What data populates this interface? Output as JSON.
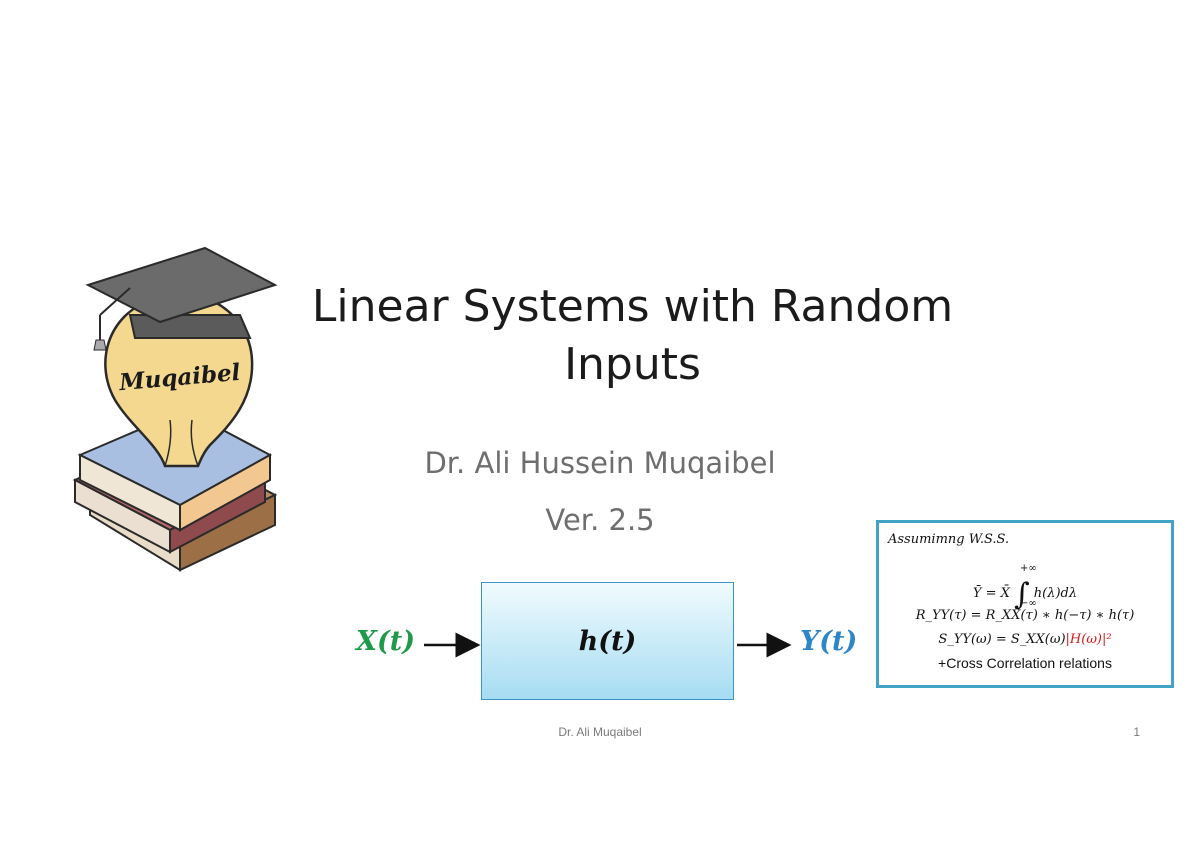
{
  "slide": {
    "title_line1": "Linear Systems with Random",
    "title_line2": "Inputs",
    "author": "Dr. Ali Hussein Muqaibel",
    "version": "Ver. 2.5",
    "footer": "Dr. Ali Muqaibel",
    "page_number": "1"
  },
  "logo": {
    "text": "Muqaibel",
    "colors": {
      "cap": "#5b5b5b",
      "bulb": "#f4d88f",
      "book_top": "#a9bfe1",
      "book_middle": "#b5676a",
      "book_bottom": "#b98b5f"
    }
  },
  "diagram": {
    "input_label": "X(t)",
    "system_label": "h(t)",
    "output_label": "Y(t)",
    "colors": {
      "input": "#1f9a4a",
      "output": "#2d86c6",
      "box_border": "#3a94c8"
    }
  },
  "equations": {
    "assumption": "Assumimng W.S.S.",
    "mean_lhs": "Ȳ = X̄",
    "integral_upper": "+∞",
    "integral_lower": "−∞",
    "mean_integrand": "h(λ)dλ",
    "autocorr": "R_YY(τ) = R_XX(τ) ∗ h(−τ) ∗ h(τ)",
    "psd_lhs": "S_YY(ω) = S_XX(ω)",
    "psd_highlight": "|H(ω)|²",
    "cross_note": "+Cross Correlation relations",
    "border_color": "#42a2c4"
  }
}
